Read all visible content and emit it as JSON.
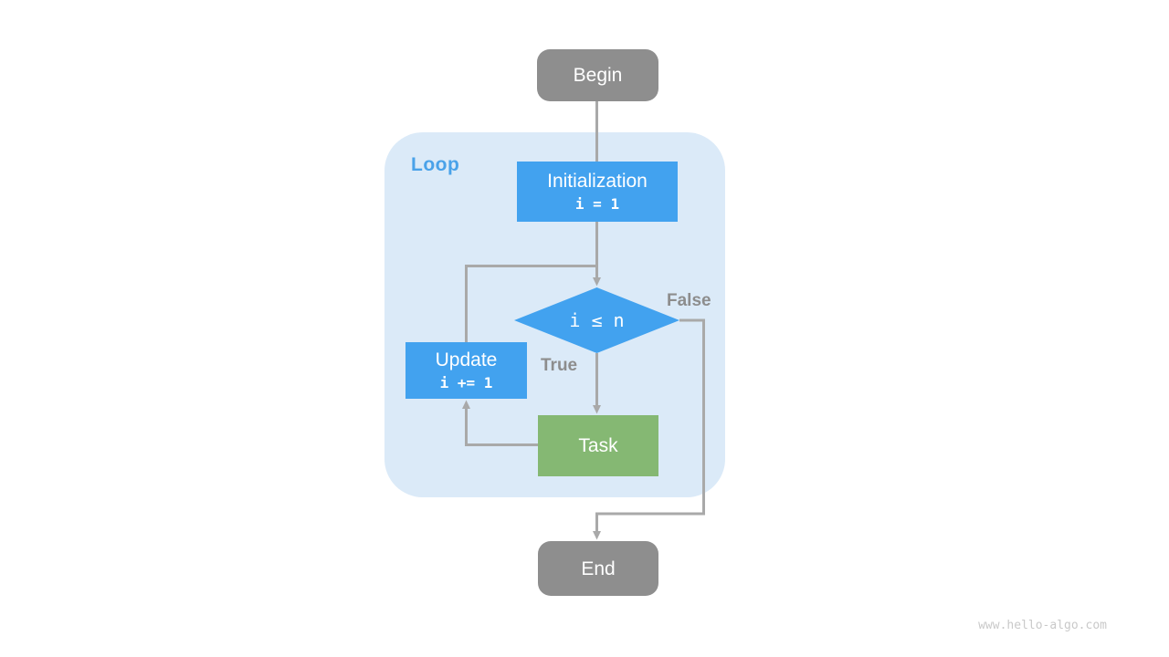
{
  "page": {
    "watermark": "www.hello-algo.com"
  },
  "colors": {
    "terminal_gray": "#8e8e8e",
    "process_blue": "#42a2ef",
    "task_green": "#85b873",
    "loop_background": "#dbeaf8",
    "loop_label_blue": "#4aa2e9",
    "connector_gray": "#a9a9a9",
    "branch_label_gray": "#8d8d8d",
    "watermark_gray": "#c9c9c9",
    "page_background": "#ffffff"
  },
  "flowchart": {
    "begin_label": "Begin",
    "loop_label": "Loop",
    "initialization": {
      "label": "Initialization",
      "code": "i = 1"
    },
    "condition_label": "i ≤ n",
    "true_label": "True",
    "false_label": "False",
    "update": {
      "label": "Update",
      "code": "i += 1"
    },
    "task_label": "Task",
    "end_label": "End"
  }
}
